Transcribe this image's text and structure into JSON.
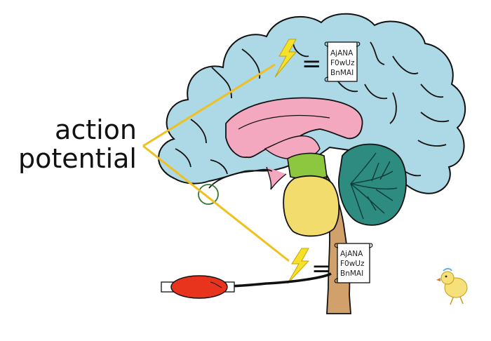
{
  "label": {
    "line1": "action",
    "line2": "potential"
  },
  "scrolls": {
    "top": [
      "AjANA",
      "F0wUz",
      "BnMAI"
    ],
    "bottom": [
      "AjANA",
      "F0wUz",
      "BnMAI"
    ]
  },
  "equals_sign": "=",
  "colors": {
    "cerebrum": "#add8e6",
    "corpus_callosum": "#f4a8c0",
    "midbrain": "#8dc63f",
    "pons": "#f2dc6e",
    "brainstem": "#d2a06a",
    "cerebellum": "#2e8b80",
    "muscle": "#e8341c",
    "pointer_lines": "#f0c020",
    "lightning": "#f5e12a"
  },
  "icons": [
    "lightning-bolt-icon",
    "scroll-icon",
    "chick-icon",
    "muscle-icon"
  ]
}
